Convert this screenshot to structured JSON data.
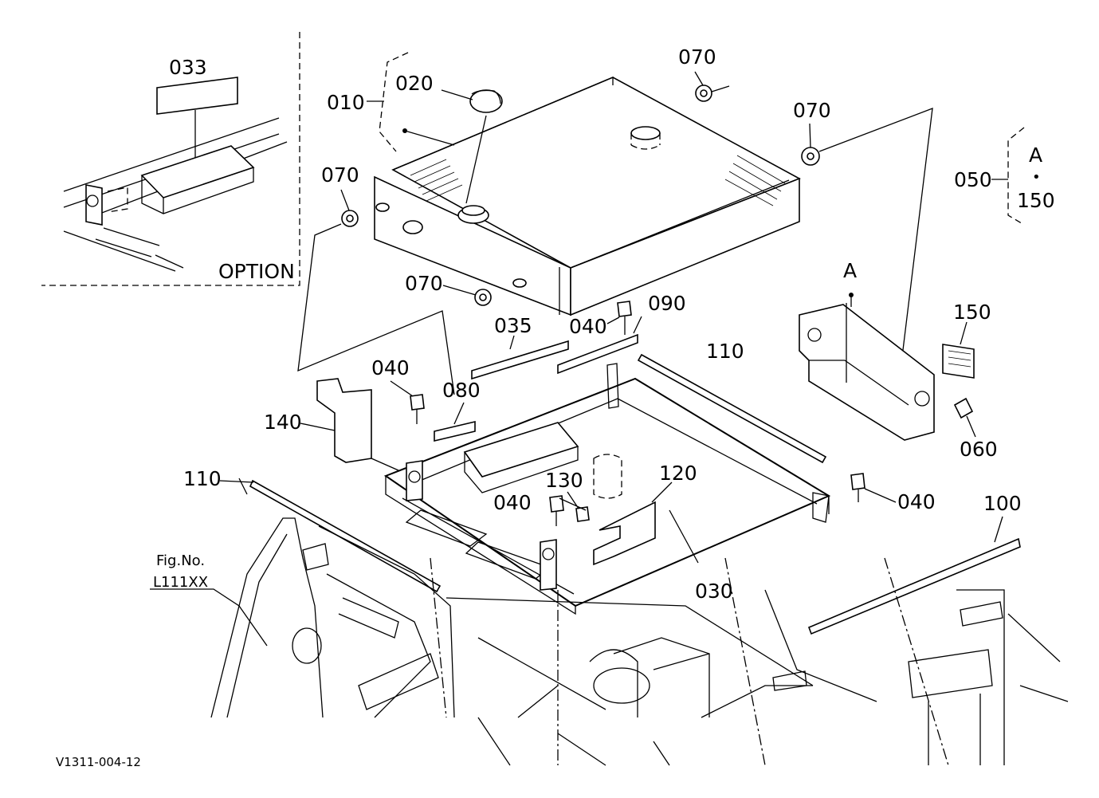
{
  "diagram": {
    "inset_caption": "OPTION",
    "drawing_code": "V1311-004-12",
    "group": {
      "label": "050",
      "items": [
        "A",
        "150"
      ],
      "separator": "•"
    },
    "callouts": {
      "p010": "010",
      "p020": "020",
      "p070a": "070",
      "p070b": "070",
      "p070c": "070",
      "p070d": "070",
      "p033": "033",
      "p035": "035",
      "p040a": "040",
      "p040b": "040",
      "p040c": "040",
      "p040d": "040",
      "p090": "090",
      "p080": "080",
      "p140": "140",
      "p110a": "110",
      "p110b": "110",
      "p130": "130",
      "p120": "120",
      "p030": "030",
      "p100": "100",
      "p150": "150",
      "p060": "060",
      "pA": "A"
    },
    "figure_ref": {
      "line1": "Fig.No.",
      "line2": "L111XX"
    }
  }
}
